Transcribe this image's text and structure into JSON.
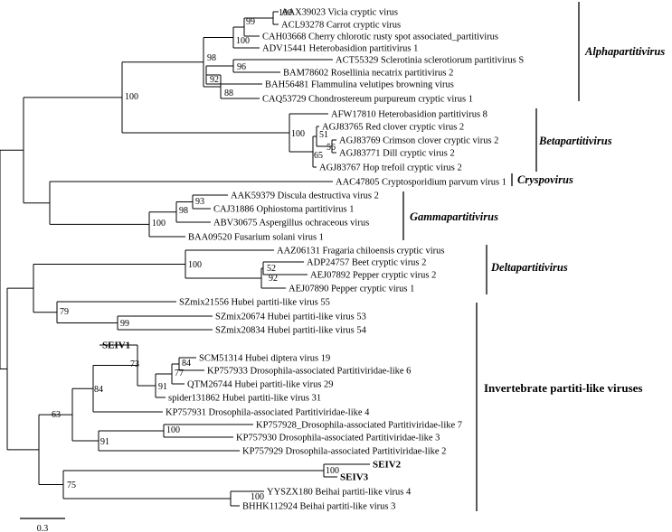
{
  "tips": [
    {
      "id": "t1",
      "label": "AAX39023 Vicia cryptic virus"
    },
    {
      "id": "t2",
      "label": "ACL93278 Carrot cryptic virus"
    },
    {
      "id": "t3",
      "label": "CAH03668 Cherry chlorotic rusty spot associated_partitivirus"
    },
    {
      "id": "t4",
      "label": "ADV15441 Heterobasidion partitivirus 1"
    },
    {
      "id": "t5",
      "label": "ACT55329 Sclerotinia sclerotiorum partitivirus S"
    },
    {
      "id": "t6",
      "label": "BAM78602 Rosellinia necatrix partitivirus 2"
    },
    {
      "id": "t7",
      "label": "BAH56481 Flammulina velutipes browning virus"
    },
    {
      "id": "t8",
      "label": "CAQ53729 Chondrostereum purpureum cryptic virus 1"
    },
    {
      "id": "t9",
      "label": "AFW17810 Heterobasidion partitivirus 8"
    },
    {
      "id": "t10",
      "label": "AGJ83765 Red clover cryptic virus 2"
    },
    {
      "id": "t11",
      "label": "AGJ83769 Crimson clover cryptic virus 2"
    },
    {
      "id": "t12",
      "label": "AGJ83771 Dill cryptic virus 2"
    },
    {
      "id": "t13",
      "label": "AGJ83767 Hop trefoil cryptic virus 2"
    },
    {
      "id": "t14",
      "label": "AAC47805 Cryptosporidium parvum virus 1"
    },
    {
      "id": "t15",
      "label": "AAK59379 Discula destructiva virus 2"
    },
    {
      "id": "t16",
      "label": "CAJ31886 Ophiostoma partitivirus 1"
    },
    {
      "id": "t17",
      "label": "ABV30675 Aspergillus ochraceous virus"
    },
    {
      "id": "t18",
      "label": "BAA09520 Fusarium solani virus 1"
    },
    {
      "id": "t19",
      "label": "AAZ06131 Fragaria chiloensis cryptic virus"
    },
    {
      "id": "t20",
      "label": "ADP24757 Beet cryptic virus 2"
    },
    {
      "id": "t21",
      "label": "AEJ07892 Pepper cryptic virus 2"
    },
    {
      "id": "t22",
      "label": "AEJ07890 Pepper cryptic virus 1"
    },
    {
      "id": "t23",
      "label": "SZmix21556 Hubei partiti-like virus 55"
    },
    {
      "id": "t24",
      "label": "SZmix20674 Hubei partiti-like virus 53"
    },
    {
      "id": "t25",
      "label": "SZmix20834 Hubei partiti-like virus 54"
    },
    {
      "id": "t26",
      "label": "SEIV1",
      "bold": true
    },
    {
      "id": "t27",
      "label": "SCM51314 Hubei diptera virus 19"
    },
    {
      "id": "t28",
      "label": "KP757933 Drosophila-associated Partitiviridae-like 6"
    },
    {
      "id": "t29",
      "label": "QTM26744 Hubei partiti-like virus 29"
    },
    {
      "id": "t30",
      "label": "spider131862 Hubei partiti-like virus 31"
    },
    {
      "id": "t31",
      "label": "KP757931 Drosophila-associated Partitiviridae-like 4"
    },
    {
      "id": "t32",
      "label": "KP757928_Drosophila-associated Partitiviridae-like 7"
    },
    {
      "id": "t33",
      "label": "KP757930 Drosophila-associated Partitiviridae-like 3"
    },
    {
      "id": "t34",
      "label": "KP757929 Drosophila-associated Partitiviridae-like 2"
    },
    {
      "id": "t35",
      "label": "SEIV2",
      "bold": true
    },
    {
      "id": "t36",
      "label": "SEIV3",
      "bold": true
    },
    {
      "id": "t37",
      "label": "YYSZX180 Beihai partiti-like virus 4"
    },
    {
      "id": "t38",
      "label": "BHHK112924 Beihai partiti-like virus 3"
    }
  ],
  "bootstrap_values": [
    {
      "node": "n_t1_t2",
      "value": "100"
    },
    {
      "node": "n_t1_t3",
      "value": "99"
    },
    {
      "node": "n_t1_t4",
      "value": "100"
    },
    {
      "node": "n_alpha",
      "value": "98"
    },
    {
      "node": "n_t5_t6",
      "value": "96"
    },
    {
      "node": "n_t5_t7",
      "value": "92"
    },
    {
      "node": "n_t5_t8",
      "value": "88"
    },
    {
      "node": "n_alpha_beta",
      "value": "100"
    },
    {
      "node": "n_beta",
      "value": "100"
    },
    {
      "node": "n_t11_t12",
      "value": "56"
    },
    {
      "node": "n_t10_t12",
      "value": "51"
    },
    {
      "node": "n_t10_t13",
      "value": "65"
    },
    {
      "node": "n_t15_t16",
      "value": "93"
    },
    {
      "node": "n_t15_t17",
      "value": "98"
    },
    {
      "node": "n_gamma",
      "value": "100"
    },
    {
      "node": "n_delta",
      "value": "100"
    },
    {
      "node": "n_t20_t21",
      "value": "52"
    },
    {
      "node": "n_t20_t22",
      "value": "92"
    },
    {
      "node": "n_hubei",
      "value": "79"
    },
    {
      "node": "n_t24_t25",
      "value": "99"
    },
    {
      "node": "n_t27_t28",
      "value": "84"
    },
    {
      "node": "n_t27_t29",
      "value": "77"
    },
    {
      "node": "n_t27_t30",
      "value": "91"
    },
    {
      "node": "n_seiv1",
      "value": "73"
    },
    {
      "node": "n_seiv1_t31",
      "value": "84"
    },
    {
      "node": "n_t32_t33",
      "value": "100"
    },
    {
      "node": "n_t32_t34",
      "value": "91"
    },
    {
      "node": "n_drosophila",
      "value": "63"
    },
    {
      "node": "n_seiv23",
      "value": "100"
    },
    {
      "node": "n_beihai",
      "value": "100"
    },
    {
      "node": "n_seiv_beihai",
      "value": "75"
    }
  ],
  "clades": [
    {
      "id": "alpha",
      "label": "Alphapartitivirus",
      "italic": true
    },
    {
      "id": "beta",
      "label": "Betapartitivirus",
      "italic": true
    },
    {
      "id": "crypso",
      "label": "Cryspovirus",
      "italic": true
    },
    {
      "id": "gamma",
      "label": "Gammapartitivirus",
      "italic": true
    },
    {
      "id": "delta",
      "label": "Deltapartitivirus",
      "italic": true
    },
    {
      "id": "invert",
      "label": "Invertebrate  partiti-like viruses",
      "italic": false
    }
  ],
  "scale_bar": {
    "label": "0.3",
    "length": 0.3
  }
}
